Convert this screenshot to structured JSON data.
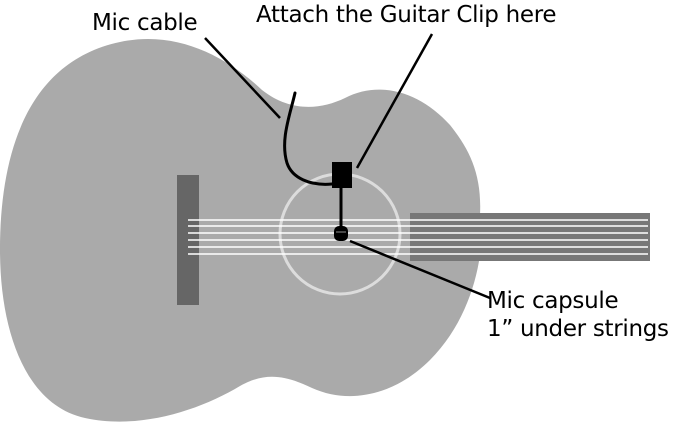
{
  "labels": {
    "mic_cable": "Mic cable",
    "attach_clip": "Attach the Guitar Clip here",
    "capsule_line1": "Mic capsule",
    "capsule_line2": "1” under strings"
  },
  "colors": {
    "body": "#aaaaaa",
    "bridge": "#666666",
    "neck": "#777777",
    "strings": "#ffffff",
    "soundhole": "#dcdcdc",
    "clip": "#000000",
    "leader": "#000000"
  },
  "icons": {
    "clip": "guitar-clip-icon",
    "capsule": "mic-capsule-icon"
  }
}
